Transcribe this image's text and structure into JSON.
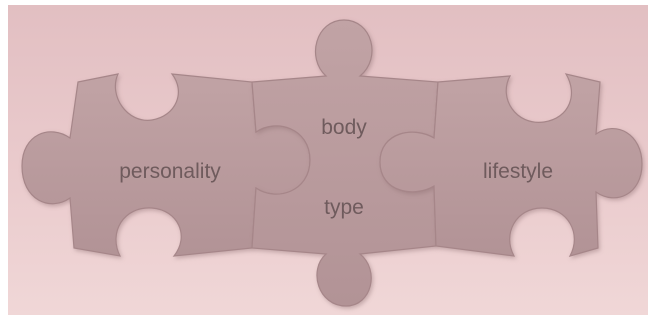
{
  "pieces": [
    {
      "label": "personality"
    },
    {
      "label_top": "body",
      "label_bottom": "type"
    },
    {
      "label": "lifestyle"
    }
  ],
  "colors": {
    "background_top": "#e2bfc2",
    "background_bottom": "#f0d7d7",
    "piece_fill": "#b99a9c",
    "piece_shadow": "#9c7f82",
    "text": "#6f5b5d"
  }
}
